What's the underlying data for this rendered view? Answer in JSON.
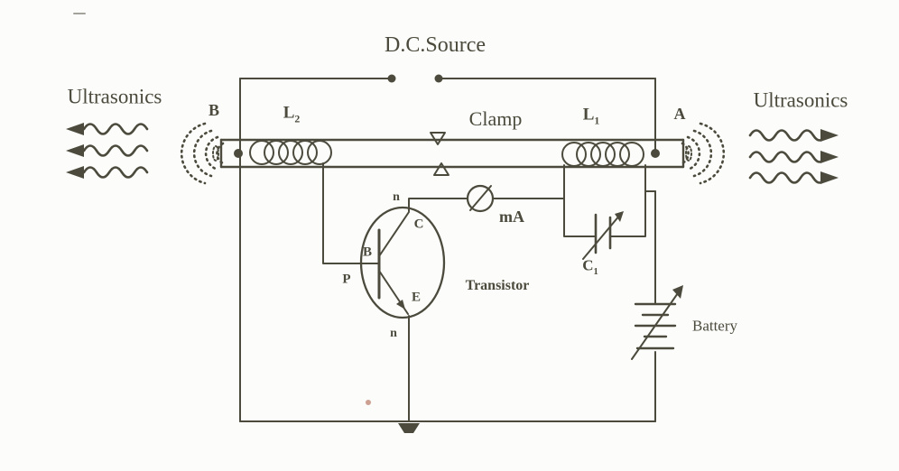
{
  "figure": {
    "description": "Scanned textbook circuit diagram of an ultrasonic generator (magnetostriction oscillator) with vibrating rod, feedback coils, transistor oscillator, tank capacitor and battery",
    "colors": {
      "ink": "#4b4a3c",
      "paper": "#fcfcfa",
      "speck": "#c08878"
    },
    "labels": {
      "dc_source": "D.C.Source",
      "ultrasonics_left": "Ultrasonics",
      "ultrasonics_right": "Ultrasonics",
      "end_b": "B",
      "end_a": "A",
      "clamp": "Clamp",
      "coil_left": {
        "base": "L",
        "sub": "2"
      },
      "coil_right": {
        "base": "L",
        "sub": "1"
      },
      "capacitor": {
        "base": "C",
        "sub": "1"
      },
      "meter": "mA",
      "transistor": "Transistor",
      "battery": "Battery",
      "collector": "C",
      "base": "B",
      "emitter": "E",
      "p_region": "P",
      "n_top": "n",
      "n_bottom": "n"
    }
  }
}
